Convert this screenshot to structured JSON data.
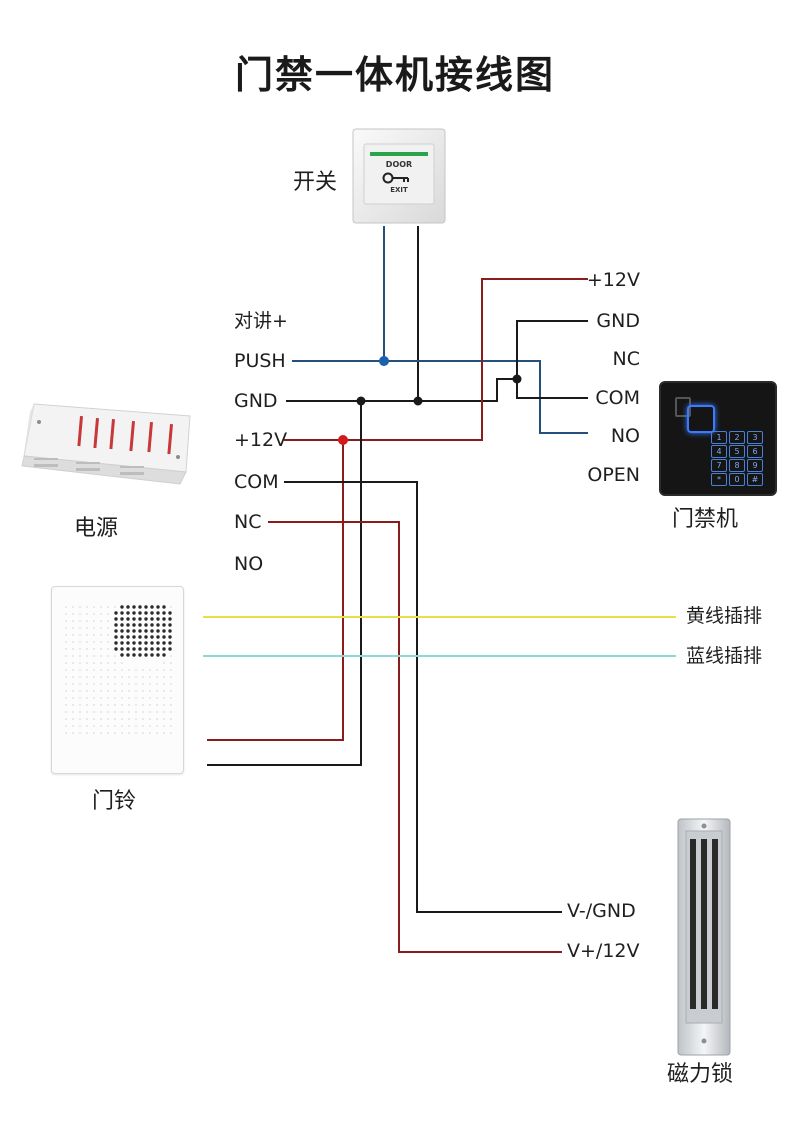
{
  "title": "门禁一体机接线图",
  "devices": {
    "switch": {
      "label": "开关",
      "button_top": "DOOR",
      "button_bottom": "EXIT"
    },
    "power": {
      "label": "电源"
    },
    "bell": {
      "label": "门铃"
    },
    "reader": {
      "label": "门禁机",
      "keys": [
        "1",
        "2",
        "3",
        "4",
        "5",
        "6",
        "7",
        "8",
        "9",
        "*",
        "0",
        "#"
      ]
    },
    "lock": {
      "label": "磁力锁"
    }
  },
  "power_terminals": {
    "intercom": "对讲+",
    "push": "PUSH",
    "gnd": "GND",
    "v12": "+12V",
    "com": "COM",
    "nc": "NC",
    "no": "NO"
  },
  "reader_terminals": {
    "v12": "+12V",
    "gnd": "GND",
    "nc": "NC",
    "com": "COM",
    "no": "NO",
    "open": "OPEN"
  },
  "bell_wires": {
    "yellow": "黄线插排",
    "blue": "蓝线插排"
  },
  "lock_terminals": {
    "gnd": "V-/GND",
    "v12": "V+/12V"
  },
  "colors": {
    "black_wire": "#1a1a1a",
    "red_wire": "#8b1c1c",
    "blue_wire": "#24507a",
    "yellow_wire": "#e6e04a",
    "cyan_wire": "#8fd6d8",
    "junction_blue": "#1f5fb0",
    "junction_red": "#d11a1a"
  }
}
